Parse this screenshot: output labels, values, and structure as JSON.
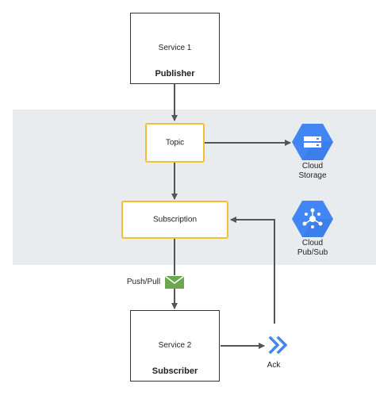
{
  "publisher": {
    "service": "Service 1",
    "role": "Publisher"
  },
  "subscriber": {
    "service": "Service 2",
    "role": "Subscriber"
  },
  "topic": {
    "label": "Topic"
  },
  "subscription": {
    "label": "Subscription"
  },
  "delivery": {
    "label": "Push/Pull"
  },
  "ack": {
    "label": "Ack"
  },
  "cloud_storage": {
    "line1": "Cloud",
    "line2": "Storage",
    "icon": "storage-icon"
  },
  "cloud_pubsub": {
    "line1": "Cloud",
    "line2": "Pub/Sub",
    "icon": "pubsub-icon"
  },
  "colors": {
    "band": "#e8ecef",
    "box_border": "#333333",
    "highlight_border": "#f2bf33",
    "connector": "#555555",
    "gcp_blue": "#4285f4",
    "envelope_green": "#6aa84f"
  }
}
